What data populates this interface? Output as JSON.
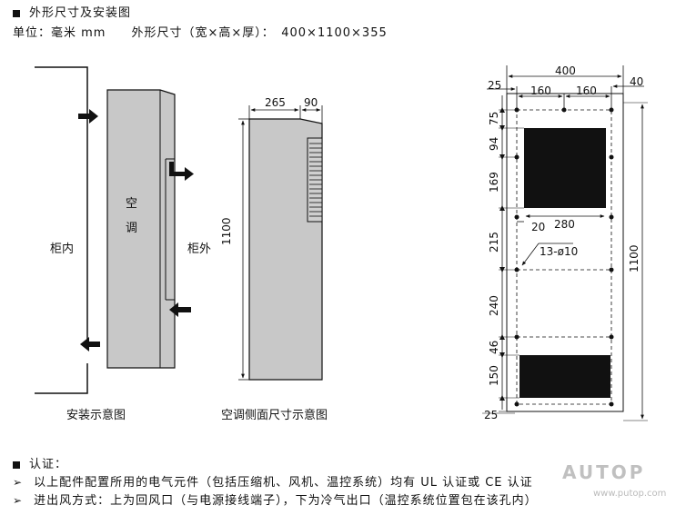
{
  "header": {
    "section_title": "外形尺寸及安装图",
    "unit_line": "单位：毫米 mm　　外形尺寸（宽×高×厚）：　400×1100×355"
  },
  "install": {
    "label_inside": "柜内",
    "label_outside": "柜外",
    "ac_char_1": "空",
    "ac_char_2": "调",
    "caption": "安装示意图"
  },
  "side": {
    "dim_depth_left": "265",
    "dim_depth_right": "90",
    "dim_height": "1100",
    "caption": "空调侧面尺寸示意图"
  },
  "cutout": {
    "dim_total_width": "400",
    "dim_half_left": "160",
    "dim_half_right": "160",
    "dim_margin_left": "25",
    "dim_margin_right": "40",
    "dim_75": "75",
    "dim_94": "94",
    "dim_169": "169",
    "dim_215": "215",
    "dim_240": "240",
    "dim_46": "46",
    "dim_150": "150",
    "dim_bottom_25": "25",
    "dim_20": "20",
    "dim_280": "280",
    "dim_holes": "13-ø10",
    "dim_total_height": "1100"
  },
  "certification": {
    "title": "认证：",
    "line1": "以上配件配置所用的电气元件（包括压缩机、风机、温控系统）均有 UL 认证或 CE 认证",
    "line2": "进出风方式：上为回风口（与电源接线端子），下为冷气出口（温控系统位置包在该孔内）"
  },
  "watermark": {
    "logo_text": "AUTOP",
    "url": "www.putop.com"
  }
}
